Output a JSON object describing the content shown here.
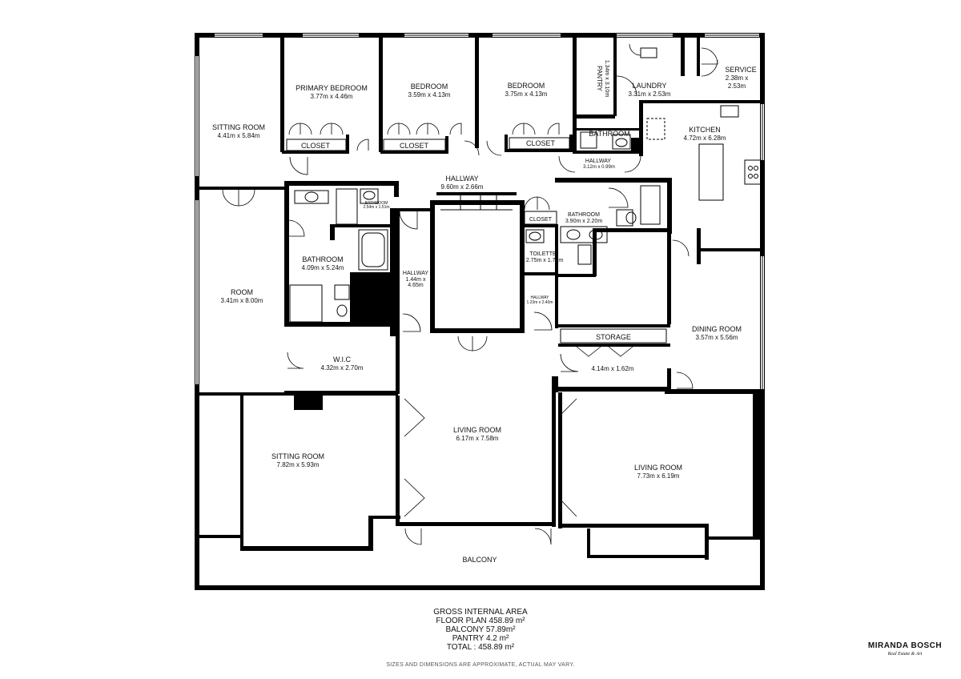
{
  "rooms": {
    "sitting_room_top": {
      "name": "SITTING ROOM",
      "dims": "4.41m x 5.84m"
    },
    "primary_bedroom": {
      "name": "PRIMARY BEDROOM",
      "dims": "3.77m x 4.46m"
    },
    "bedroom_1": {
      "name": "BEDROOM",
      "dims": "3.59m x 4.13m"
    },
    "bedroom_2": {
      "name": "BEDROOM",
      "dims": "3.75m x 4.13m"
    },
    "pantry": {
      "name": "PANTRY",
      "dims": "1.34m x 3.10m"
    },
    "laundry": {
      "name": "LAUNDRY",
      "dims": "3.31m x 2.53m"
    },
    "service": {
      "name": "SERVICE",
      "dims_1": "2.38m x",
      "dims_2": "2.53m"
    },
    "closet_1": {
      "name": "CLOSET"
    },
    "closet_2": {
      "name": "CLOSET"
    },
    "closet_3": {
      "name": "CLOSET"
    },
    "closet_4": {
      "name": "CLOSET"
    },
    "bathroom_top": {
      "name": "BATHROOM"
    },
    "kitchen": {
      "name": "KITCHEN",
      "dims": "4.72m x 6.28m"
    },
    "hallway_small": {
      "name": "HALLWAY",
      "dims": "3.12m x 0.99m"
    },
    "hallway_main": {
      "name": "HALLWAY",
      "dims": "9.60m x 2.66m"
    },
    "bathroom_tiny": {
      "name": "BATHROOM",
      "dims": "2.54m x 1.51m"
    },
    "bathroom_mid": {
      "name": "BATHROOM",
      "dims": "3.90m x 2.20m"
    },
    "toilette": {
      "name": "TOILETTE",
      "dims": "2.75m x 1.73m"
    },
    "hallway_tiny": {
      "name": "HALLWAY",
      "dims": "1.23m x 2.40m"
    },
    "room": {
      "name": "ROOM",
      "dims": "3.41m x 8.00m"
    },
    "bathroom_large": {
      "name": "BATHROOM",
      "dims": "4.09m x 5.24m"
    },
    "hallway_vertical": {
      "name": "HALLWAY",
      "dims_1": "1.44m x",
      "dims_2": "4.65m"
    },
    "storage": {
      "name": "STORAGE",
      "dims": "4.14m x 1.62m"
    },
    "dining_room": {
      "name": "DINING ROOM",
      "dims": "3.57m x 5.56m"
    },
    "wic": {
      "name": "W.I.C",
      "dims": "4.32m x 2.70m"
    },
    "sitting_room_bottom": {
      "name": "SITTING ROOM",
      "dims": "7.82m x 5.93m"
    },
    "living_room_center": {
      "name": "LIVING ROOM",
      "dims": "6.17m x 7.58m"
    },
    "living_room_right": {
      "name": "LIVING ROOM",
      "dims": "7.73m x 6.19m"
    },
    "balcony": {
      "name": "BALCONY"
    }
  },
  "area": {
    "title": "GROSS INTERNAL AREA",
    "floor_plan": "FLOOR PLAN 458.89 m²",
    "balcony": "BALCONY 57.89m²",
    "pantry": "PANTRY 4.2 m²",
    "total": "TOTAL : 458.89 m²"
  },
  "disclaimer": "SIZES AND DIMENSIONS ARE APPROXIMATE, ACTUAL MAY VARY.",
  "brand": {
    "name": "MIRANDA BOSCH",
    "tagline": "Real Estate & Art"
  }
}
